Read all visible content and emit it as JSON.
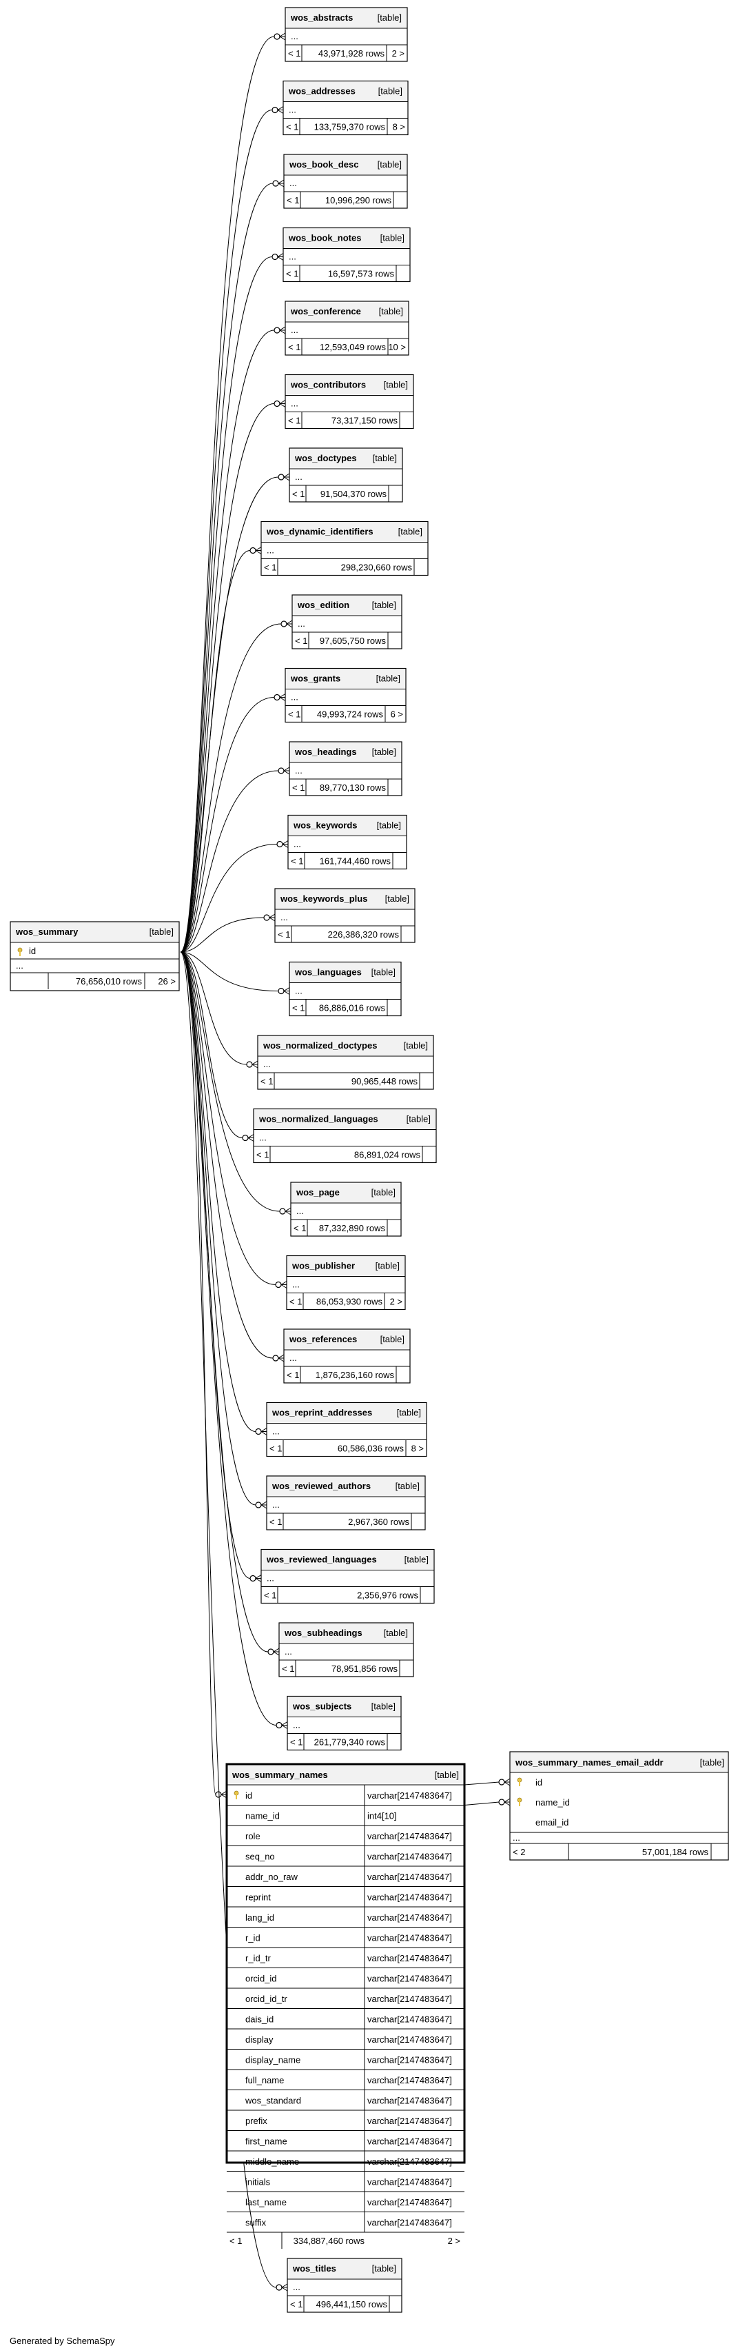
{
  "summary": {
    "name": "wos_summary",
    "tag": "[table]",
    "key": "id",
    "ellipsis": "...",
    "left": "",
    "rows": "76,656,010 rows",
    "right": "26 >"
  },
  "tables": [
    {
      "name": "wos_abstracts",
      "tag": "[table]",
      "left": "< 1",
      "rows": "43,971,928 rows",
      "right": "2 >"
    },
    {
      "name": "wos_addresses",
      "tag": "[table]",
      "left": "< 1",
      "rows": "133,759,370 rows",
      "right": "8 >"
    },
    {
      "name": "wos_book_desc",
      "tag": "[table]",
      "left": "< 1",
      "rows": "10,996,290 rows",
      "right": ""
    },
    {
      "name": "wos_book_notes",
      "tag": "[table]",
      "left": "< 1",
      "rows": "16,597,573 rows",
      "right": ""
    },
    {
      "name": "wos_conference",
      "tag": "[table]",
      "left": "< 1",
      "rows": "12,593,049 rows",
      "right": "10 >"
    },
    {
      "name": "wos_contributors",
      "tag": "[table]",
      "left": "< 1",
      "rows": "73,317,150 rows",
      "right": ""
    },
    {
      "name": "wos_doctypes",
      "tag": "[table]",
      "left": "< 1",
      "rows": "91,504,370 rows",
      "right": ""
    },
    {
      "name": "wos_dynamic_identifiers",
      "tag": "[table]",
      "left": "< 1",
      "rows": "298,230,660 rows",
      "right": ""
    },
    {
      "name": "wos_edition",
      "tag": "[table]",
      "left": "< 1",
      "rows": "97,605,750 rows",
      "right": ""
    },
    {
      "name": "wos_grants",
      "tag": "[table]",
      "left": "< 1",
      "rows": "49,993,724 rows",
      "right": "6 >"
    },
    {
      "name": "wos_headings",
      "tag": "[table]",
      "left": "< 1",
      "rows": "89,770,130 rows",
      "right": ""
    },
    {
      "name": "wos_keywords",
      "tag": "[table]",
      "left": "< 1",
      "rows": "161,744,460 rows",
      "right": ""
    },
    {
      "name": "wos_keywords_plus",
      "tag": "[table]",
      "left": "< 1",
      "rows": "226,386,320 rows",
      "right": ""
    },
    {
      "name": "wos_languages",
      "tag": "[table]",
      "left": "< 1",
      "rows": "86,886,016 rows",
      "right": ""
    },
    {
      "name": "wos_normalized_doctypes",
      "tag": "[table]",
      "left": "< 1",
      "rows": "90,965,448 rows",
      "right": ""
    },
    {
      "name": "wos_normalized_languages",
      "tag": "[table]",
      "left": "< 1",
      "rows": "86,891,024 rows",
      "right": ""
    },
    {
      "name": "wos_page",
      "tag": "[table]",
      "left": "< 1",
      "rows": "87,332,890 rows",
      "right": ""
    },
    {
      "name": "wos_publisher",
      "tag": "[table]",
      "left": "< 1",
      "rows": "86,053,930 rows",
      "right": "2 >"
    },
    {
      "name": "wos_references",
      "tag": "[table]",
      "left": "< 1",
      "rows": "1,876,236,160 rows",
      "right": ""
    },
    {
      "name": "wos_reprint_addresses",
      "tag": "[table]",
      "left": "< 1",
      "rows": "60,586,036 rows",
      "right": "8 >"
    },
    {
      "name": "wos_reviewed_authors",
      "tag": "[table]",
      "left": "< 1",
      "rows": "2,967,360 rows",
      "right": ""
    },
    {
      "name": "wos_reviewed_languages",
      "tag": "[table]",
      "left": "< 1",
      "rows": "2,356,976 rows",
      "right": ""
    },
    {
      "name": "wos_subheadings",
      "tag": "[table]",
      "left": "< 1",
      "rows": "78,951,856 rows",
      "right": ""
    },
    {
      "name": "wos_subjects",
      "tag": "[table]",
      "left": "< 1",
      "rows": "261,779,340 rows",
      "right": ""
    }
  ],
  "names_table": {
    "name": "wos_summary_names",
    "tag": "[table]",
    "columns": [
      {
        "name": "id",
        "type": "varchar[2147483647]",
        "key": true
      },
      {
        "name": "name_id",
        "type": "int4[10]",
        "key": false
      },
      {
        "name": "role",
        "type": "varchar[2147483647]",
        "key": false
      },
      {
        "name": "seq_no",
        "type": "varchar[2147483647]",
        "key": false
      },
      {
        "name": "addr_no_raw",
        "type": "varchar[2147483647]",
        "key": false
      },
      {
        "name": "reprint",
        "type": "varchar[2147483647]",
        "key": false
      },
      {
        "name": "lang_id",
        "type": "varchar[2147483647]",
        "key": false
      },
      {
        "name": "r_id",
        "type": "varchar[2147483647]",
        "key": false
      },
      {
        "name": "r_id_tr",
        "type": "varchar[2147483647]",
        "key": false
      },
      {
        "name": "orcid_id",
        "type": "varchar[2147483647]",
        "key": false
      },
      {
        "name": "orcid_id_tr",
        "type": "varchar[2147483647]",
        "key": false
      },
      {
        "name": "dais_id",
        "type": "varchar[2147483647]",
        "key": false
      },
      {
        "name": "display",
        "type": "varchar[2147483647]",
        "key": false
      },
      {
        "name": "display_name",
        "type": "varchar[2147483647]",
        "key": false
      },
      {
        "name": "full_name",
        "type": "varchar[2147483647]",
        "key": false
      },
      {
        "name": "wos_standard",
        "type": "varchar[2147483647]",
        "key": false
      },
      {
        "name": "prefix",
        "type": "varchar[2147483647]",
        "key": false
      },
      {
        "name": "first_name",
        "type": "varchar[2147483647]",
        "key": false
      },
      {
        "name": "middle_name",
        "type": "varchar[2147483647]",
        "key": false
      },
      {
        "name": "initials",
        "type": "varchar[2147483647]",
        "key": false
      },
      {
        "name": "last_name",
        "type": "varchar[2147483647]",
        "key": false
      },
      {
        "name": "suffix",
        "type": "varchar[2147483647]",
        "key": false
      }
    ],
    "left": "< 1",
    "rows": "334,887,460 rows",
    "right": "2 >"
  },
  "email_table": {
    "name": "wos_summary_names_email_addr",
    "tag": "[table]",
    "columns": [
      {
        "name": "id",
        "key": true
      },
      {
        "name": "name_id",
        "key": true
      },
      {
        "name": "email_id",
        "key": false
      }
    ],
    "ellipsis": "...",
    "left": "< 2",
    "rows": "57,001,184 rows"
  },
  "titles_table": {
    "name": "wos_titles",
    "tag": "[table]",
    "left": "< 1",
    "rows": "496,441,150 rows",
    "right": ""
  },
  "footer": "Generated by SchemaSpy",
  "colors": {
    "header_bg": "#f2f2f2",
    "key_icon": "#e8c547",
    "line": "#000000"
  }
}
